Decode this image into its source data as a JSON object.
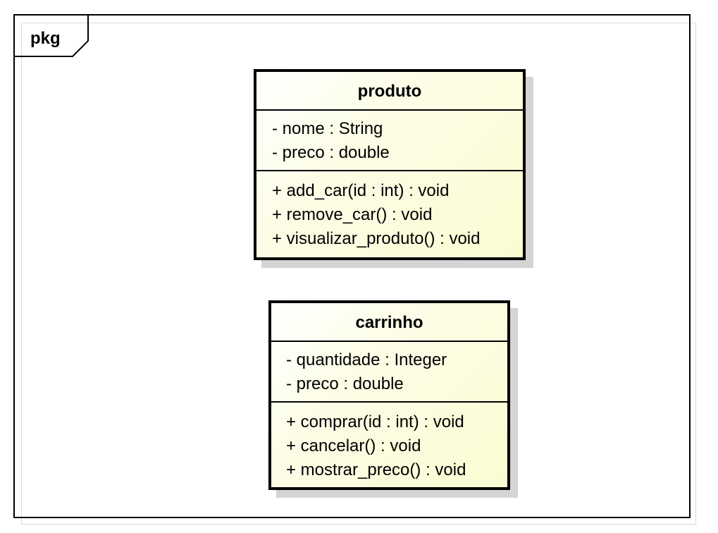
{
  "package": {
    "label": "pkg"
  },
  "classes": [
    {
      "name": "produto",
      "attributes": [
        "- nome : String",
        "- preco : double"
      ],
      "operations": [
        "+ add_car(id : int) : void",
        "+ remove_car() : void",
        "+ visualizar_produto() : void"
      ]
    },
    {
      "name": "carrinho",
      "attributes": [
        "- quantidade : Integer",
        "- preco : double"
      ],
      "operations": [
        "+ comprar(id : int) : void",
        "+ cancelar() : void",
        "+ mostrar_preco() : void"
      ]
    }
  ],
  "colors": {
    "class_fill_start": "#ffffff",
    "class_fill_end": "#fbfbd2",
    "border": "#000000",
    "shadow": "#d4d4d4"
  }
}
